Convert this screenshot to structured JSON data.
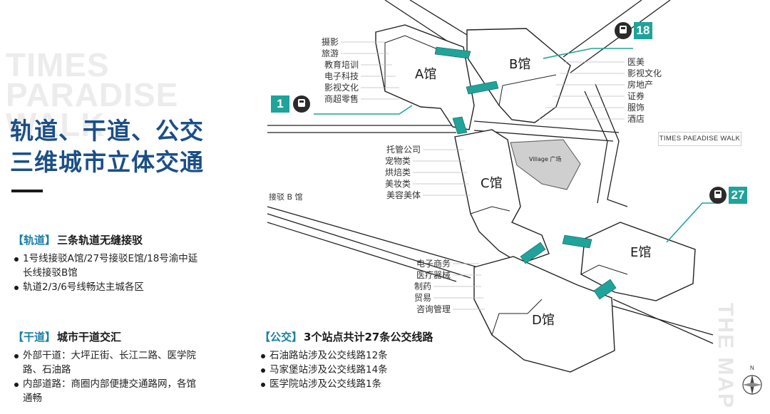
{
  "watermark": {
    "line1": "TIMES",
    "line2": "PARADISE",
    "line3": "WALK"
  },
  "title": {
    "line1": "轨道、干道、公交",
    "line2": "三维城市立体交通"
  },
  "sections": {
    "rail": {
      "tag": "【轨道】",
      "heading": "三条轨道无缝接驳",
      "items": [
        "1号线接驳A馆/27号接驳E馆/18号渝中延",
        "长线接驳B馆",
        "轨道2/3/6号线畅达主城各区"
      ]
    },
    "road": {
      "tag": "【干道】",
      "heading": "城市干道交汇",
      "items": [
        "外部干道：大坪正街、长江二路、医学院",
        "路、石油路",
        "内部道路：商圈内部便捷交通路网，各馆",
        "通畅"
      ]
    },
    "bus": {
      "tag": "【公交】",
      "heading": "3个站点共计27条公交线路",
      "items": [
        "石油路站涉及公交线路12条",
        "马家堡站涉及公交线路14条",
        "医学院站涉及公交线路1条"
      ]
    }
  },
  "map": {
    "halls": {
      "a": "A馆",
      "b": "B馆",
      "c": "C馆",
      "d": "D馆",
      "e": "E馆"
    },
    "plaza": "Village 广场",
    "walk_label": "TIMES PAEADISE WALK",
    "transfer_b": "接驳 B 馆",
    "stations": {
      "s1": "1",
      "s18": "18",
      "s27": "27"
    },
    "labels_a": [
      "摄影",
      "旅游",
      "教育培训",
      "电子科技",
      "影视文化",
      "商超零售"
    ],
    "labels_b": [
      "医美",
      "影视文化",
      "房地产",
      "证券",
      "服饰",
      "酒店"
    ],
    "labels_c": [
      "托管公司",
      "宠物类",
      "烘焙类",
      "美妆类",
      "美容美体"
    ],
    "labels_d": [
      "电子商务",
      "医疗器械",
      "制药",
      "贸易",
      "咨询管理"
    ],
    "the_map": "THE MAP",
    "compass_n": "N"
  },
  "colors": {
    "accent": "#1fa39a",
    "title": "#1b4f86",
    "tag": "#1a7fa6"
  }
}
